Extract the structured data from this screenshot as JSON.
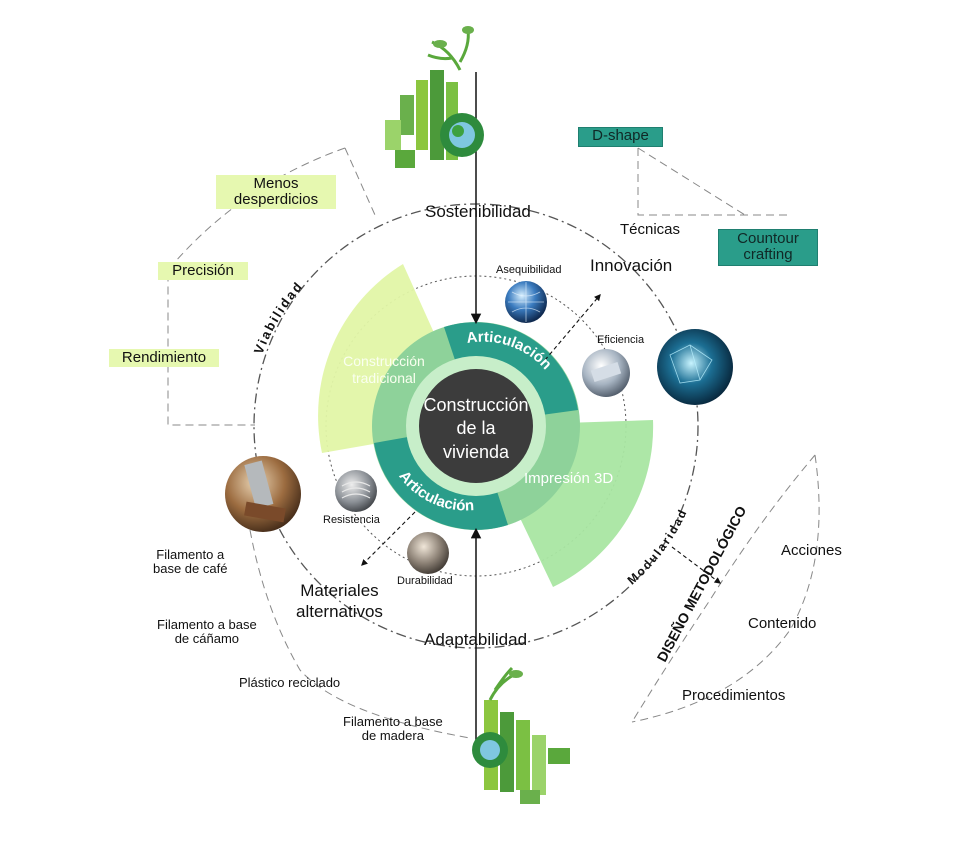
{
  "center": {
    "line1": "Construcción",
    "line2": "de la",
    "line3": "vivienda"
  },
  "ring": {
    "articulacion_top": "Articulación",
    "articulacion_bottom": "Articulación",
    "construccion_tradicional_1": "Construcción",
    "construccion_tradicional_2": "tradicional",
    "impresion_3d": "Impresión 3D"
  },
  "axes": {
    "sostenibilidad": "Sostenibilidad",
    "innovacion": "Innovación",
    "adaptabilidad": "Adaptabilidad",
    "materiales_1": "Materiales",
    "materiales_2": "alternativos",
    "viabilidad": "Viabilidad",
    "modularidad": "Modularidad"
  },
  "qualities": {
    "asequibilidad": "Asequibilidad",
    "eficiencia": "Eficiencia",
    "resistencia": "Resistencia",
    "durabilidad": "Durabilidad"
  },
  "viabilidad_items": {
    "menos_1": "Menos",
    "menos_2": "desperdicios",
    "precision": "Precisión",
    "rendimiento": "Rendimiento"
  },
  "tecnicas": {
    "label": "Técnicas",
    "dshape": "D-shape",
    "contour_1": "Countour",
    "contour_2": "crafting"
  },
  "materiales_items": {
    "cafe_1": "Filamento a",
    "cafe_2": "base de café",
    "canamo_1": "Filamento a base",
    "canamo_2": "de cáñamo",
    "plastico": "Plástico reciclado",
    "madera_1": "Filamento a base",
    "madera_2": "de madera"
  },
  "diseno": {
    "title": "DISEÑO METODOLÓGICO",
    "acciones": "Acciones",
    "contenido": "Contenido",
    "procedimientos": "Procedimientos"
  },
  "colors": {
    "teal": "#2a9d8a",
    "light_green": "#9fdc96",
    "pale_yellow": "#e6f8b0",
    "dark_center": "#3c3c3c"
  }
}
